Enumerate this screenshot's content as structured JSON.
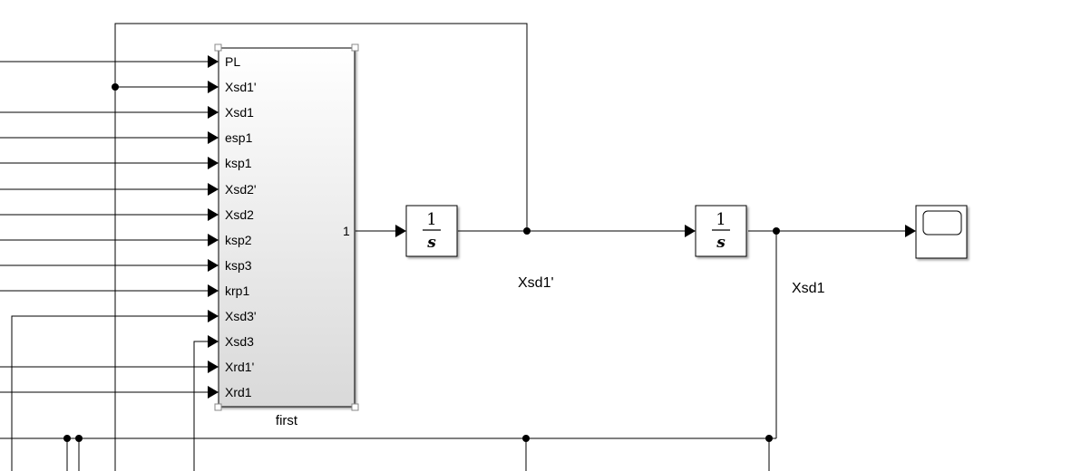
{
  "subsystem": {
    "name": "first",
    "inputs": [
      "PL",
      "Xsd1'",
      "Xsd1",
      "esp1",
      "ksp1",
      "Xsd2'",
      "Xsd2",
      "ksp2",
      "ksp3",
      "krp1",
      "Xsd3'",
      "Xsd3",
      "Xrd1'",
      "Xrd1"
    ],
    "output_port": "1"
  },
  "integrator_1": {
    "numerator": "1",
    "denominator": "s"
  },
  "integrator_2": {
    "numerator": "1",
    "denominator": "s"
  },
  "signals": {
    "after_integrator_1": "Xsd1'",
    "after_integrator_2": "Xsd1"
  },
  "scope": {
    "icon": "scope-icon"
  }
}
